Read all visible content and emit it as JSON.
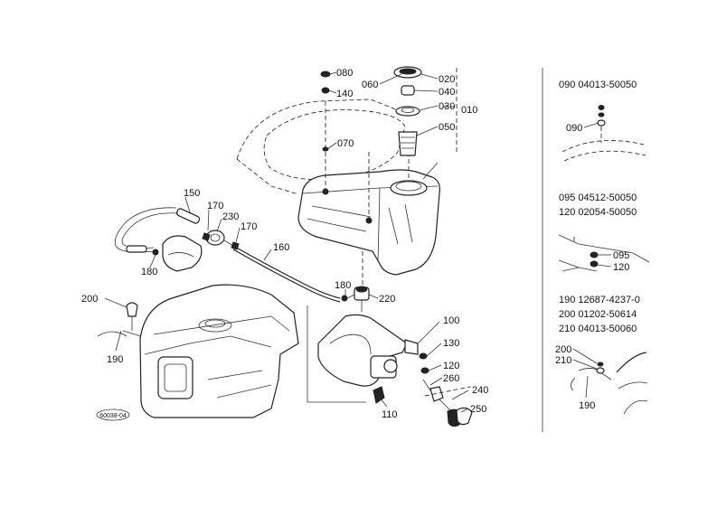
{
  "diagram": {
    "callouts": [
      {
        "id": "c080",
        "label": "080"
      },
      {
        "id": "c140",
        "label": "140"
      },
      {
        "id": "c060",
        "label": "060"
      },
      {
        "id": "c020",
        "label": "020"
      },
      {
        "id": "c040",
        "label": "040"
      },
      {
        "id": "c030",
        "label": "030"
      },
      {
        "id": "c010",
        "label": "010"
      },
      {
        "id": "c050",
        "label": "050"
      },
      {
        "id": "c070",
        "label": "070"
      },
      {
        "id": "c150",
        "label": "150"
      },
      {
        "id": "c170a",
        "label": "170"
      },
      {
        "id": "c230",
        "label": "230"
      },
      {
        "id": "c170b",
        "label": "170"
      },
      {
        "id": "c160",
        "label": "160"
      },
      {
        "id": "c180a",
        "label": "180"
      },
      {
        "id": "c180b",
        "label": "180"
      },
      {
        "id": "c220",
        "label": "220"
      },
      {
        "id": "c200",
        "label": "200"
      },
      {
        "id": "c190",
        "label": "190"
      },
      {
        "id": "c100",
        "label": "100"
      },
      {
        "id": "c130",
        "label": "130"
      },
      {
        "id": "c120",
        "label": "120"
      },
      {
        "id": "c260",
        "label": "260"
      },
      {
        "id": "c240",
        "label": "240"
      },
      {
        "id": "c250",
        "label": "250"
      },
      {
        "id": "c110",
        "label": "110"
      }
    ],
    "stamp": "60038-04"
  },
  "side": {
    "group1": {
      "lines": [
        "090  04013-50050"
      ],
      "callouts": [
        "090"
      ]
    },
    "group2": {
      "lines": [
        "095  04512-50050",
        "120  02054-50050"
      ],
      "callouts": [
        "095",
        "120"
      ]
    },
    "group3": {
      "lines": [
        "190  12687-4237-0",
        "200  01202-50614",
        "210  04013-50060"
      ],
      "callouts": [
        "200",
        "210",
        "190"
      ]
    }
  }
}
